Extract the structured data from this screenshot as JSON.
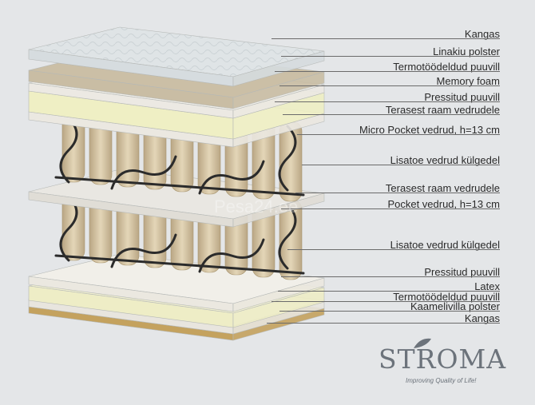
{
  "labels": [
    {
      "text": "Kangas"
    },
    {
      "text": "Linakiu polster"
    },
    {
      "text": "Termotöödeldud puuvill"
    },
    {
      "text": "Memory foam"
    },
    {
      "text": "Pressitud puuvill"
    },
    {
      "text": "Terasest raam vedrudele"
    },
    {
      "text": "Micro Pocket vedrud, h=13 cm"
    },
    {
      "text": "Lisatoe vedrud külgedel"
    },
    {
      "text": "Terasest raam vedrudele"
    },
    {
      "text": "Pocket vedrud, h=13 cm"
    },
    {
      "text": "Lisatoe vedrud külgedel"
    },
    {
      "text": "Pressitud puuvill"
    },
    {
      "text": "Latex"
    },
    {
      "text": "Termotöödeldud puuvill"
    },
    {
      "text": "Kaamelivilla polster"
    },
    {
      "text": "Kangas"
    }
  ],
  "watermark": "Pesa24.ee",
  "logo": {
    "name": "STROMA",
    "tagline": "Improving Quality of Life!",
    "icon": "leaf-icon"
  },
  "colors": {
    "background": "#e4e6e8",
    "fabric": "#dfe4e6",
    "linen": "#cbbfa6",
    "cotton": "#f1efe9",
    "memory_foam": "#f0efcf",
    "latex": "#f0efd0",
    "camel_wool": "#c9a866",
    "spring_pocket": "#cdbb9a",
    "steel_frame": "#2b2b2b",
    "logo": "#6c737b"
  }
}
